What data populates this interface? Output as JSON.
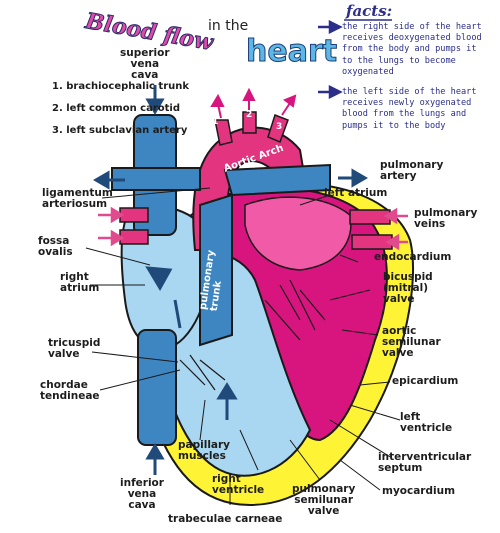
{
  "title": {
    "part1": "Blood flow",
    "part2": "in the",
    "part3": "heart"
  },
  "facts": {
    "heading": "facts:",
    "items": [
      "the right side of the heart receives deoxygenated blood from the body and pumps it to the lungs to become oxygenated",
      "the left side of the heart receives newly oxygenated blood from the lungs and pumps it to the body"
    ]
  },
  "labels": {
    "superior_vena_cava": "superior\nvena\ncava",
    "arch_branches": [
      "1. brachiocephalic trunk",
      "2. left common carotid",
      "3. left subclavian artery"
    ],
    "arch_numbers": [
      "1",
      "2",
      "3"
    ],
    "aortic_arch": "Aortic Arch",
    "pulmonary_trunk": "pulmonary trunk",
    "pulmonary_artery": "pulmonary\nartery",
    "left_atrium": "left atrium",
    "pulmonary_veins": "pulmonary\nveins",
    "ligamentum_arteriosum": "ligamentum\narteriosum",
    "fossa_ovalis": "fossa\novalis",
    "endocardium": "endocardium",
    "right_atrium": "right\natrium",
    "bicuspid_valve": "bicuspid\n(mitral)\nvalve",
    "tricuspid_valve": "tricuspid\nvalve",
    "aortic_valve": "aortic\nsemilunar\nvalve",
    "epicardium": "epicardium",
    "chordae_tendineae": "chordae\ntendineae",
    "left_ventricle": "left\nventricle",
    "papillary_muscles": "papillary\nmuscles",
    "interventricular_septum": "interventricular\nseptum",
    "inferior_vena_cava": "inferior\nvena\ncava",
    "right_ventricle": "right\nventricle",
    "myocardium": "myocardium",
    "pulmonary_valve": "pulmonary\nsemilunar\nvalve",
    "trabeculae_carneae": "trabeculae carneae"
  },
  "colors": {
    "blue": "#3e86c2",
    "light_blue": "#a9d6f0",
    "magenta": "#d8157f",
    "pink": "#f05aa6",
    "yellow": "#fff336",
    "outline": "#1a1a1a"
  }
}
